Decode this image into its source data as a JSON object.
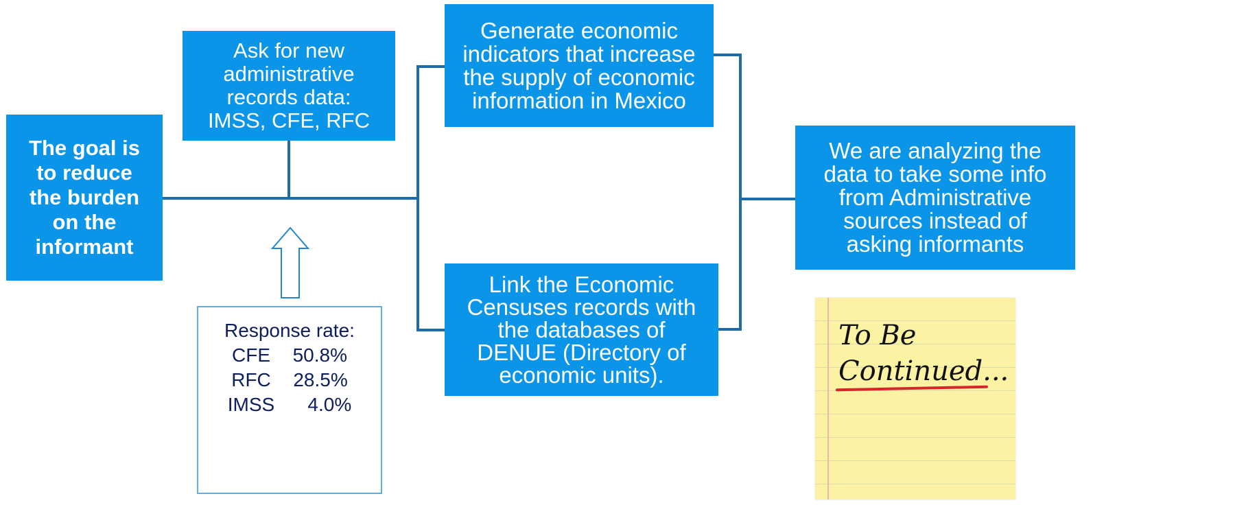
{
  "boxes": {
    "goal": "The goal is\nto reduce\nthe burden\non the\ninformant",
    "ask": "Ask for new\nadministrative\nrecords data:\nIMSS, CFE, RFC",
    "generate": "Generate economic\nindicators that increase\nthe supply of economic\ninformation in Mexico",
    "link": "Link the Economic\nCensuses records with\nthe databases of\nDENUE (Directory of\neconomic units).",
    "analyzing": "We are analyzing the\ndata to take some info\nfrom Administrative\nsources instead of\nasking informants"
  },
  "response_rate": {
    "title": "Response rate:",
    "rows": [
      {
        "label": "CFE",
        "value": "50.8%"
      },
      {
        "label": "RFC",
        "value": "28.5%"
      },
      {
        "label": "IMSS",
        "value": "4.0%"
      }
    ]
  },
  "note": {
    "line1": "To Be",
    "line2": "Continued..."
  },
  "colors": {
    "box_fill": "#0a95e8",
    "connector": "#1c6cab",
    "response_text": "#0d1e5e",
    "note_paper": "#fbf2a3",
    "note_underline": "#d6262b"
  }
}
